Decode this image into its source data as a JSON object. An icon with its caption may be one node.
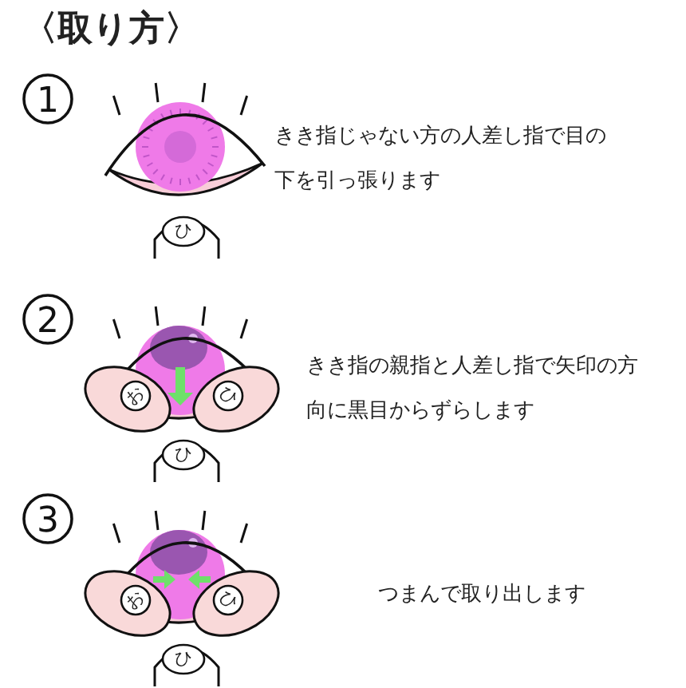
{
  "diagram": {
    "title": "〈取り方〉",
    "labels": [
      "1",
      "ひ",
      "きき指じゃない方の人差し指で目の下を引っ張ります",
      "2",
      "お",
      "ひ",
      "ひ",
      "きき指の親指と人差し指で矢印の方向に黒目からずらします",
      "3",
      "お",
      "ひ",
      "ひ",
      "つまんで取り出します"
    ]
  }
}
